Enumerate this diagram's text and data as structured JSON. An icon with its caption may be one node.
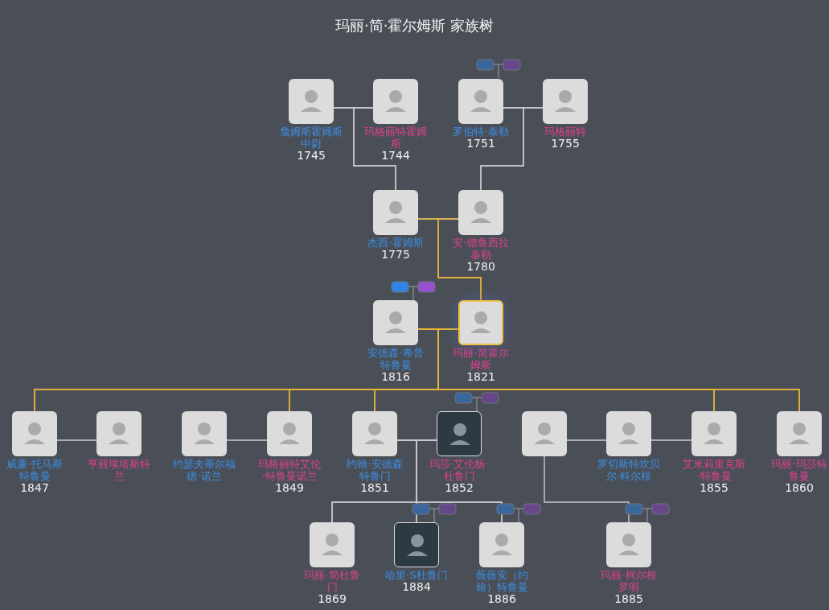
{
  "diagram": {
    "title": "玛丽·简·霍尔姆斯 家族树",
    "nodes": [
      {
        "text": [
          "詹姆斯霍姆斯中尉",
          "1745"
        ]
      },
      {
        "text": [
          "玛格丽特霍姆斯",
          "1744"
        ]
      },
      {
        "text": [
          "罗伯特·泰勒",
          "1751"
        ]
      },
      {
        "text": [
          "玛格丽特",
          "1755"
        ]
      },
      {
        "text": [
          "杰西·霍姆斯",
          "1775"
        ]
      },
      {
        "text": [
          "安·德鲁西拉泰勒",
          "1780"
        ]
      },
      {
        "text": [
          "安德森·希普特鲁曼",
          "1816"
        ]
      },
      {
        "text": [
          "玛丽·简霍尔姆斯",
          "1821"
        ]
      },
      {
        "text": [
          "威廉·托马斯特鲁曼",
          "1847"
        ]
      },
      {
        "text": [
          "亨丽埃塔斯特兰"
        ]
      },
      {
        "text": [
          "约瑟夫蒂尔福德·诺兰"
        ]
      },
      {
        "text": [
          "玛格丽特艾伦·特鲁曼诺兰",
          "1849"
        ]
      },
      {
        "text": [
          "约翰·安德森特鲁门",
          "1851"
        ]
      },
      {
        "text": [
          "玛莎·艾伦杨·杜鲁门",
          "1852"
        ]
      },
      {
        "text": [],
        "shape": "person"
      },
      {
        "text": [
          "罗切斯特坎贝尔·科尔根"
        ]
      },
      {
        "text": [
          "艾米莉里克斯·特鲁曼",
          "1855"
        ]
      },
      {
        "text": [
          "玛丽·玛莎特鲁曼",
          "1860"
        ]
      },
      {
        "text": [
          "玛丽·简杜鲁门",
          "1869"
        ]
      },
      {
        "text": [
          "哈里·S杜鲁门",
          "1884"
        ]
      },
      {
        "text": [
          "薇薇安（约翰）特鲁曼",
          "1886"
        ]
      },
      {
        "text": [
          "玛丽·柯尔根罗明",
          "1885"
        ]
      }
    ],
    "edges": [
      {
        "from": 0,
        "to": 1,
        "arrow": "none"
      },
      {
        "from": 2,
        "to": 3,
        "arrow": "none"
      },
      {
        "from": 0,
        "to": 4,
        "arrow": "none"
      },
      {
        "from": 1,
        "to": 4,
        "arrow": "none"
      },
      {
        "from": 2,
        "to": 5,
        "arrow": "none"
      },
      {
        "from": 3,
        "to": 5,
        "arrow": "none"
      },
      {
        "from": 4,
        "to": 5,
        "arrow": "none"
      },
      {
        "from": 4,
        "to": 7,
        "arrow": "none",
        "color": "#e8b53a"
      },
      {
        "from": 5,
        "to": 7,
        "arrow": "none",
        "color": "#e8b53a"
      },
      {
        "from": 6,
        "to": 7,
        "arrow": "none",
        "color": "#e8b53a"
      },
      {
        "from": 6,
        "to": 8,
        "arrow": "none",
        "color": "#e8b53a"
      },
      {
        "from": 7,
        "to": 8,
        "arrow": "none",
        "color": "#e8b53a"
      },
      {
        "from": 6,
        "to": 11,
        "arrow": "none",
        "color": "#e8b53a"
      },
      {
        "from": 7,
        "to": 11,
        "arrow": "none",
        "color": "#e8b53a"
      },
      {
        "from": 6,
        "to": 12,
        "arrow": "none",
        "color": "#e8b53a"
      },
      {
        "from": 7,
        "to": 12,
        "arrow": "none",
        "color": "#e8b53a"
      },
      {
        "from": 6,
        "to": 16,
        "arrow": "none",
        "color": "#e8b53a"
      },
      {
        "from": 7,
        "to": 16,
        "arrow": "none",
        "color": "#e8b53a"
      },
      {
        "from": 6,
        "to": 17,
        "arrow": "none",
        "color": "#e8b53a"
      },
      {
        "from": 7,
        "to": 17,
        "arrow": "none",
        "color": "#e8b53a"
      },
      {
        "from": 8,
        "to": 9,
        "arrow": "none"
      },
      {
        "from": 10,
        "to": 11,
        "arrow": "none"
      },
      {
        "from": 12,
        "to": 13,
        "arrow": "none"
      },
      {
        "from": 14,
        "to": 15,
        "arrow": "none"
      },
      {
        "from": 15,
        "to": 16,
        "arrow": "none"
      },
      {
        "from": 12,
        "to": 18,
        "arrow": "none"
      },
      {
        "from": 13,
        "to": 18,
        "arrow": "none"
      },
      {
        "from": 12,
        "to": 19,
        "arrow": "none"
      },
      {
        "from": 13,
        "to": 19,
        "arrow": "none"
      },
      {
        "from": 12,
        "to": 20,
        "arrow": "none"
      },
      {
        "from": 13,
        "to": 20,
        "arrow": "none"
      },
      {
        "from": 14,
        "to": 21,
        "arrow": "none"
      }
    ]
  }
}
